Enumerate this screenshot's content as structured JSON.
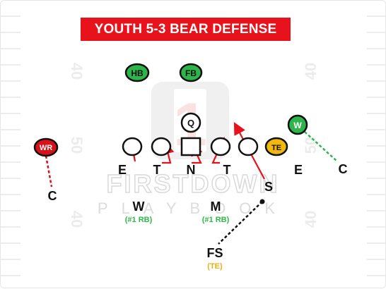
{
  "title": "YOUTH 5-3 BEAR DEFENSE",
  "watermark": {
    "line1": "FIRSTDOWN",
    "line2": "PLAYBOOK",
    "logo_digit": "1"
  },
  "yard_numbers": {
    "left": [
      "40",
      "50",
      "40"
    ],
    "right": [
      "40",
      "50",
      "40"
    ]
  },
  "offense": {
    "hb": "HB",
    "fb": "FB",
    "qb": "Q",
    "wr": "WR",
    "w": "W",
    "te": "TE"
  },
  "defense": {
    "line": [
      "E",
      "T",
      "N",
      "T",
      "E"
    ],
    "left_corner": "C",
    "right_corner": "C",
    "strong_safety": "S",
    "will": {
      "label": "W",
      "key": "(#1 RB)"
    },
    "mike": {
      "label": "M",
      "key": "(#1 RB)"
    },
    "free_safety": {
      "label": "FS",
      "key": "(TE)"
    }
  },
  "colors": {
    "banner": "#e8121c",
    "route_red": "#e8121c",
    "coverage_green": "#2eb84a",
    "key_green": "#2fb84b",
    "key_gold": "#e8b00b",
    "hb_fill": "#2db44a",
    "wr_fill": "#d8101a",
    "te_fill": "#f2b90c"
  }
}
